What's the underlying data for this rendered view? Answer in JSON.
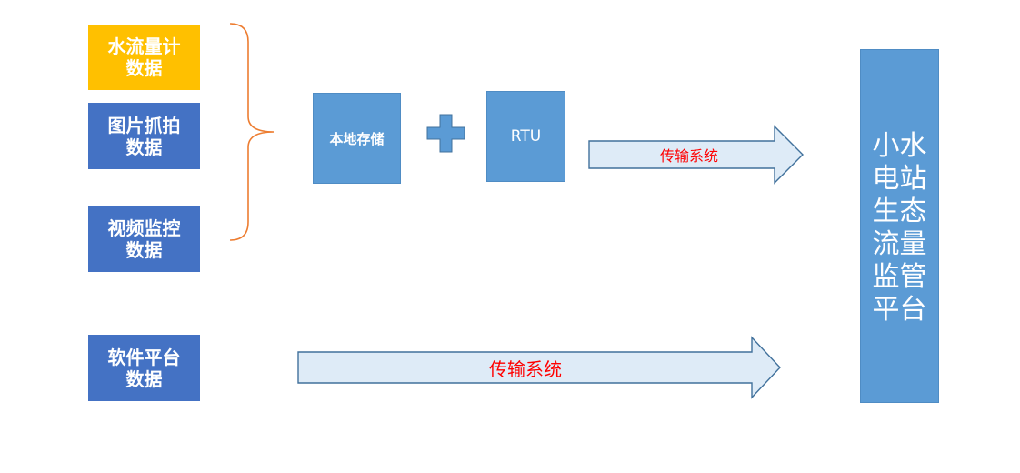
{
  "sources": {
    "water_meter": "水流量计\n数据",
    "photo_capture": "图片抓拍\n数据",
    "video_monitor": "视频监控\n数据",
    "software_platform": "软件平台\n数据"
  },
  "nodes": {
    "local_storage": "本地存储",
    "rtu": "RTU",
    "platform": "小水\n电站\n生态\n流量\n监管\n平台"
  },
  "arrows": {
    "top_label": "传输系统",
    "bottom_label": "传输系统"
  },
  "colors": {
    "yellow_box": "#ffc000",
    "dark_blue_box": "#4472c4",
    "light_blue_box": "#5b9bd5",
    "arrow_fill": "#deebf7",
    "arrow_stroke": "#41719c",
    "brace": "#ed7d31",
    "arrow_text": "#ff0000"
  }
}
